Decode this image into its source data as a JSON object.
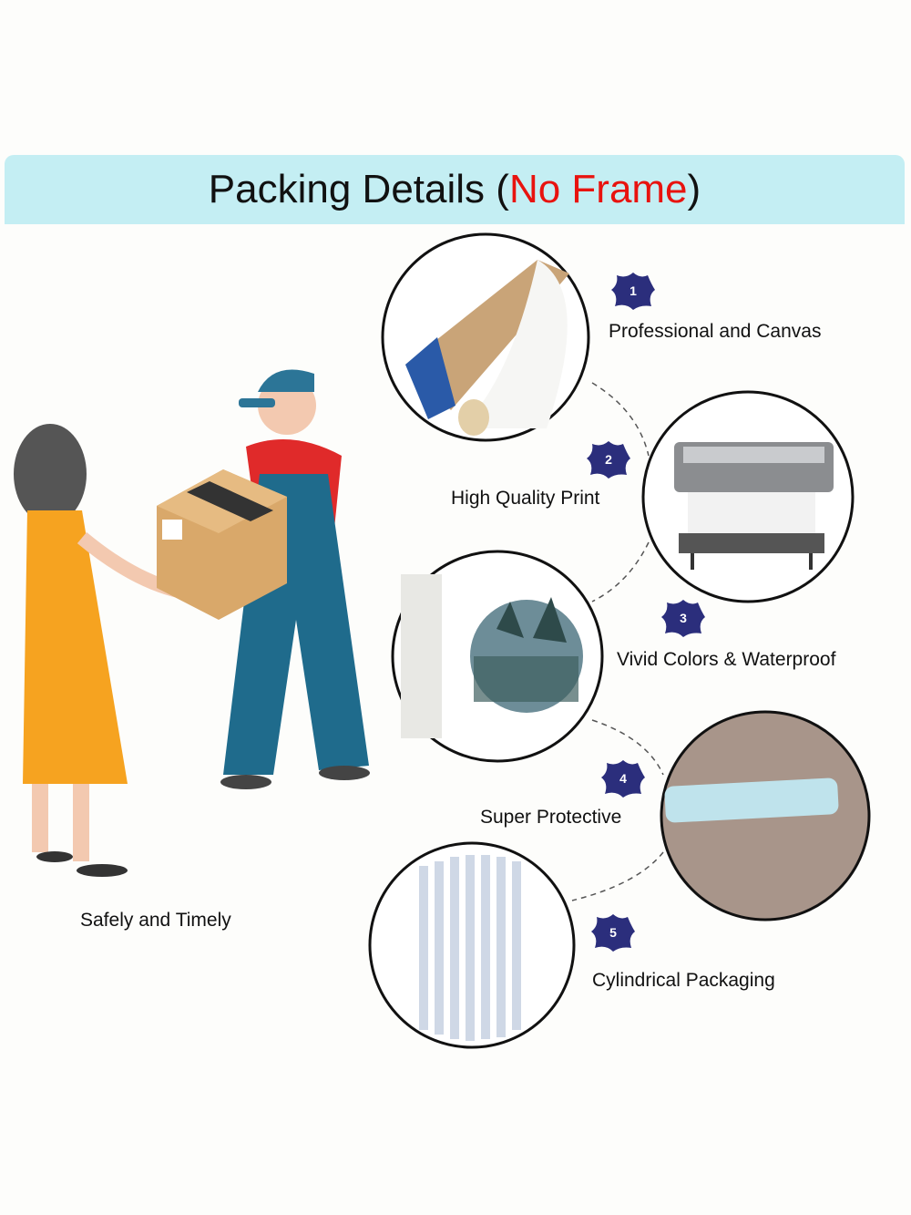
{
  "header": {
    "title_main": "Packing Details (",
    "title_highlight": "No Frame",
    "title_close": ")"
  },
  "features": [
    {
      "number": "1",
      "label": "Professional and Canvas"
    },
    {
      "number": "2",
      "label": "High Quality Print"
    },
    {
      "number": "3",
      "label": "Vivid Colors & Waterproof"
    },
    {
      "number": "4",
      "label": "Super Protective"
    },
    {
      "number": "5",
      "label": "Cylindrical Packaging"
    }
  ],
  "delivery": {
    "label": "Safely and Timely"
  },
  "colors": {
    "banner": "#c4eef3",
    "highlight": "#e8130f",
    "badge": "#2b2e7c"
  }
}
